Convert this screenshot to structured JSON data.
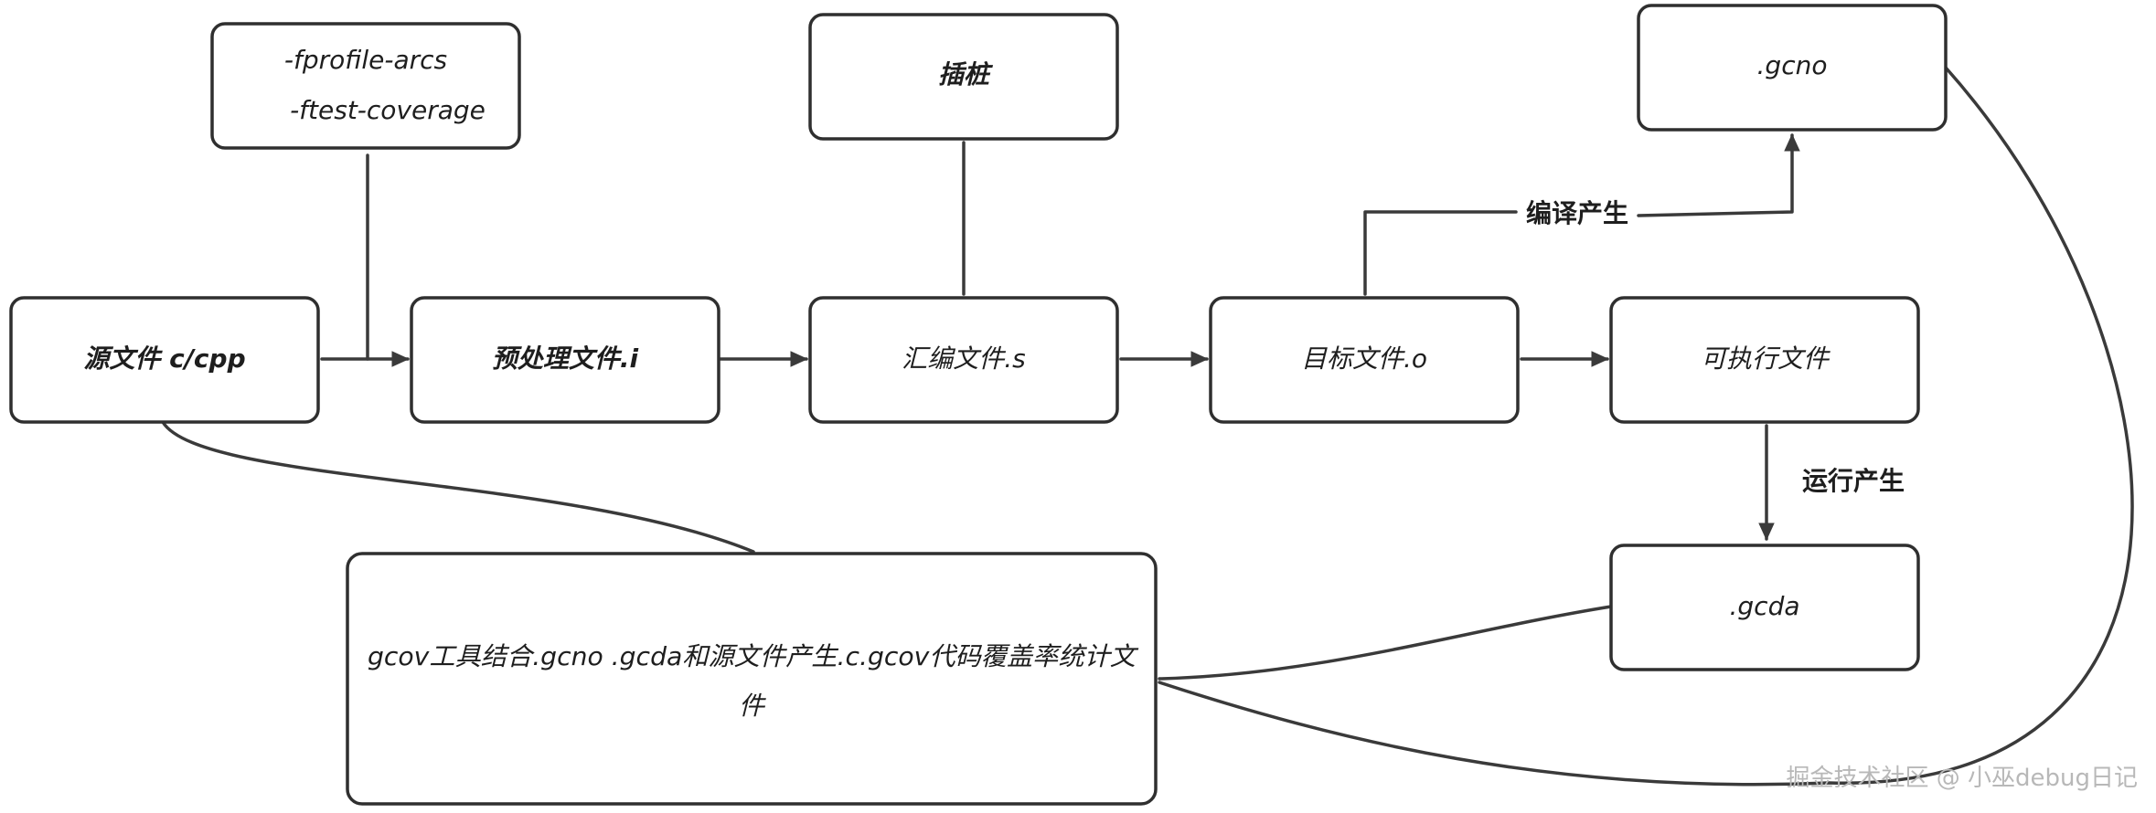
{
  "nodes": {
    "source": {
      "label": "源文件 c/cpp"
    },
    "flags": {
      "line1": "-fprofile-arcs",
      "line2": "-ftest-coverage"
    },
    "preprocess": {
      "label": "预处理文件.i"
    },
    "instrument": {
      "label": "插桩"
    },
    "assembly": {
      "label": "汇编文件.s"
    },
    "object": {
      "label": "目标文件.o"
    },
    "executable": {
      "label": "可执行文件"
    },
    "gcno": {
      "label": ".gcno"
    },
    "gcda": {
      "label": ".gcda"
    },
    "gcov": {
      "line1": "gcov工具结合.gcno .gcda和源文件产生.c.gcov代码覆盖率统计文",
      "line2": "件"
    }
  },
  "edges": {
    "compile_produce": "编译产生",
    "run_produce": "运行产生"
  },
  "watermark": "掘金技术社区 @ 小巫debug日记",
  "colors": {
    "stroke": "#2f2f2f",
    "background": "#ffffff",
    "text": "#1e1e1e",
    "watermark": "#b8b8b8"
  }
}
